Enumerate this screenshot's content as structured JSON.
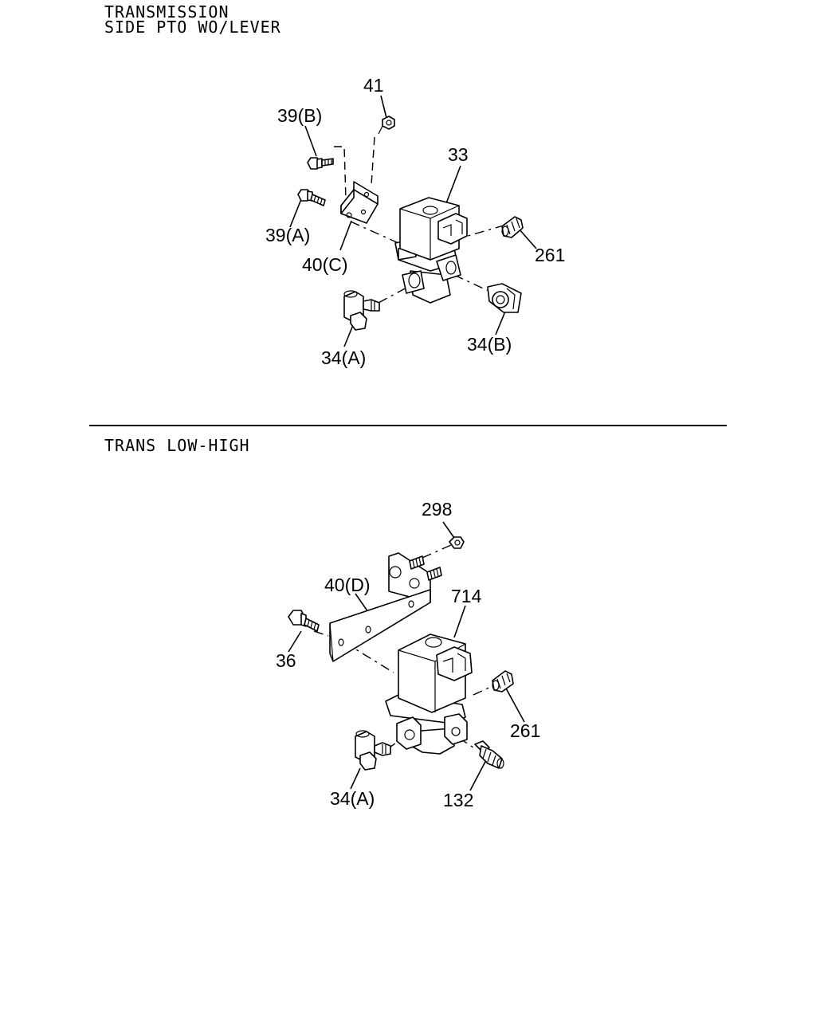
{
  "section1": {
    "title_line1": "TRANSMISSION",
    "title_line2": "SIDE PTO WO/LEVER",
    "callouts": {
      "c41": "41",
      "c39b": "39(B)",
      "c33": "33",
      "c39a": "39(A)",
      "c261": "261",
      "c40c": "40(C)",
      "c34a": "34(A)",
      "c34b": "34(B)"
    }
  },
  "section2": {
    "title": "TRANS LOW-HIGH",
    "callouts": {
      "c298": "298",
      "c40d": "40(D)",
      "c714": "714",
      "c36": "36",
      "c261": "261",
      "c34a": "34(A)",
      "c132": "132"
    }
  }
}
